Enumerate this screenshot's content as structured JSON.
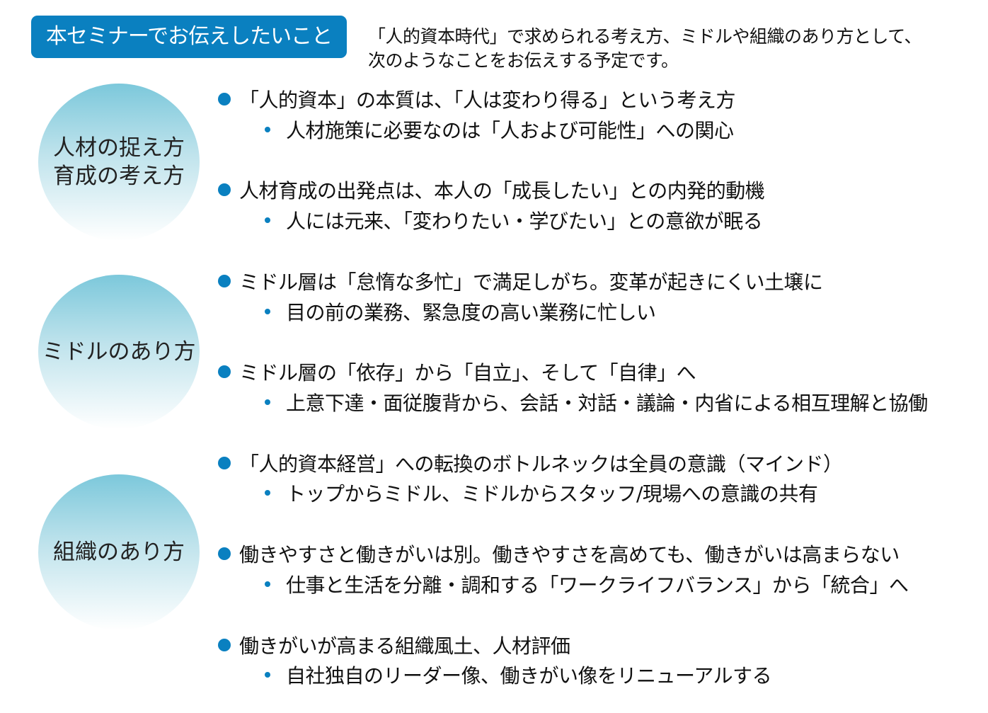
{
  "header": {
    "title": "本セミナーでお伝えしたいこと",
    "intro_lines": [
      "「人的資本時代」で求められる考え方、ミドルや組織のあり方として、",
      "次のようなことをお伝えする予定です。"
    ]
  },
  "colors": {
    "accent": "#0a80c0",
    "circle_top": "#7cc8db"
  },
  "sections": [
    {
      "label_lines": [
        "人材の捉え方",
        "育成の考え方"
      ],
      "points": [
        {
          "main": "「人的資本」の本質は、「人は変わり得る」という考え方",
          "sub": "人材施策に必要なのは「人および可能性」への関心"
        },
        {
          "main": "人材育成の出発点は、本人の「成長したい」との内発的動機",
          "sub": "人には元来、「変わりたい・学びたい」との意欲が眠る"
        }
      ]
    },
    {
      "label_lines": [
        "ミドルのあり方"
      ],
      "points": [
        {
          "main": "ミドル層は「怠惰な多忙」で満足しがち。変革が起きにくい土壌に",
          "sub": "目の前の業務、緊急度の高い業務に忙しい"
        },
        {
          "main": "ミドル層の「依存」から「自立」、そして「自律」へ",
          "sub": "上意下達・面従腹背から、会話・対話・議論・内省による相互理解と協働"
        }
      ]
    },
    {
      "label_lines": [
        "組織のあり方"
      ],
      "points": [
        {
          "main": "「人的資本経営」への転換のボトルネックは全員の意識（マインド）",
          "sub": "トップからミドル、ミドルからスタッフ/現場への意識の共有"
        },
        {
          "main": "働きやすさと働きがいは別。働きやすさを高めても、働きがいは高まらない",
          "sub": "仕事と生活を分離・調和する「ワークライフバランス」から「統合」へ"
        },
        {
          "main": "働きがいが高まる組織風土、人材評価",
          "sub": "自社独自のリーダー像、働きがい像をリニューアルする"
        }
      ]
    }
  ]
}
